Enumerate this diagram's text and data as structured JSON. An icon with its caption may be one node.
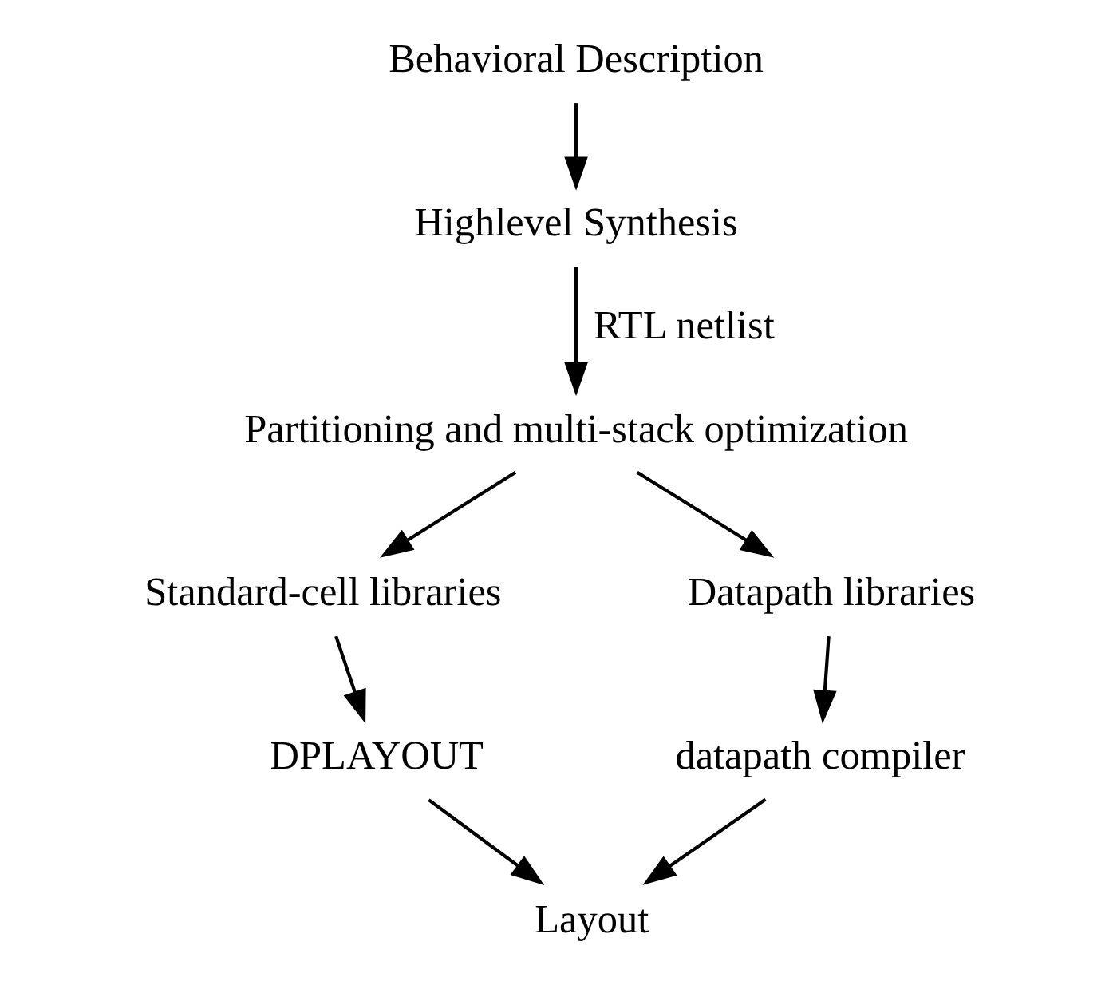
{
  "diagram": {
    "nodes": [
      {
        "text": [
          "Behavioral Description"
        ]
      },
      {
        "text": [
          "Highlevel Synthesis"
        ]
      },
      {
        "text": [
          "Partitioning and multi-stack optimization"
        ]
      },
      {
        "text": [
          "Standard-cell libraries"
        ]
      },
      {
        "text": [
          "Datapath libraries"
        ]
      },
      {
        "text": [
          "DPLAYOUT"
        ]
      },
      {
        "text": [
          "datapath compiler"
        ]
      },
      {
        "text": [
          "Layout"
        ]
      }
    ],
    "edges": [
      {
        "from": 0,
        "to": 1,
        "arrow": "to"
      },
      {
        "from": 1,
        "to": 2,
        "arrow": "to",
        "label": "RTL netlist"
      },
      {
        "from": 2,
        "to": 3,
        "arrow": "to"
      },
      {
        "from": 2,
        "to": 4,
        "arrow": "to"
      },
      {
        "from": 3,
        "to": 5,
        "arrow": "to"
      },
      {
        "from": 4,
        "to": 6,
        "arrow": "to"
      },
      {
        "from": 5,
        "to": 7,
        "arrow": "to"
      },
      {
        "from": 6,
        "to": 7,
        "arrow": "to"
      }
    ]
  }
}
